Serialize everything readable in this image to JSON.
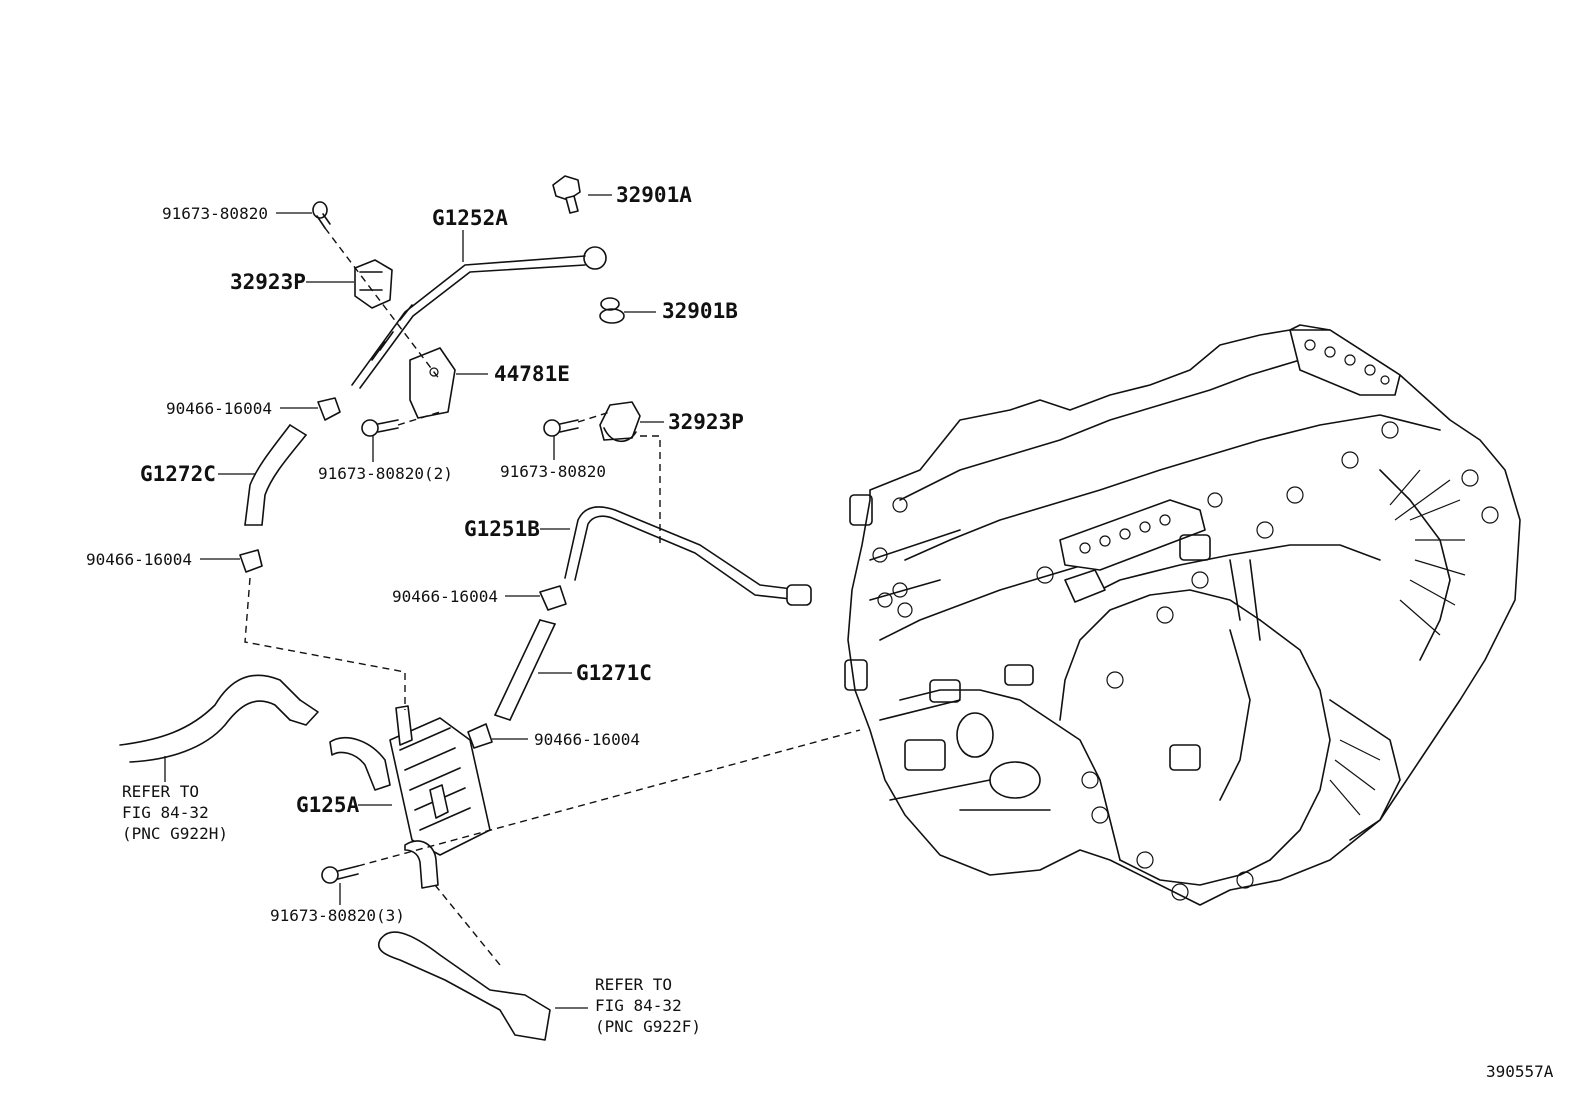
{
  "labels": {
    "p_91673_80820_a": "91673-80820",
    "p_g1252a": "G1252A",
    "p_32901a": "32901A",
    "p_32923p_a": "32923P",
    "p_32901b": "32901B",
    "p_44781e": "44781E",
    "p_90466_16004_a": "90466-16004",
    "p_91673_80820_2": "91673-80820(2)",
    "p_91673_80820_b": "91673-80820",
    "p_32923p_b": "32923P",
    "p_g1272c": "G1272C",
    "p_g1251b": "G1251B",
    "p_90466_16004_b": "90466-16004",
    "p_90466_16004_c": "90466-16004",
    "p_g1271c": "G1271C",
    "p_90466_16004_d": "90466-16004",
    "p_g125a": "G125A",
    "p_91673_80820_3": "91673-80820(3)"
  },
  "references": {
    "ref_h": [
      "REFER TO",
      "FIG 84-32",
      "(PNC G922H)"
    ],
    "ref_f": [
      "REFER TO",
      "FIG 84-32",
      "(PNC G922F)"
    ]
  },
  "illustration_id": "390557A"
}
